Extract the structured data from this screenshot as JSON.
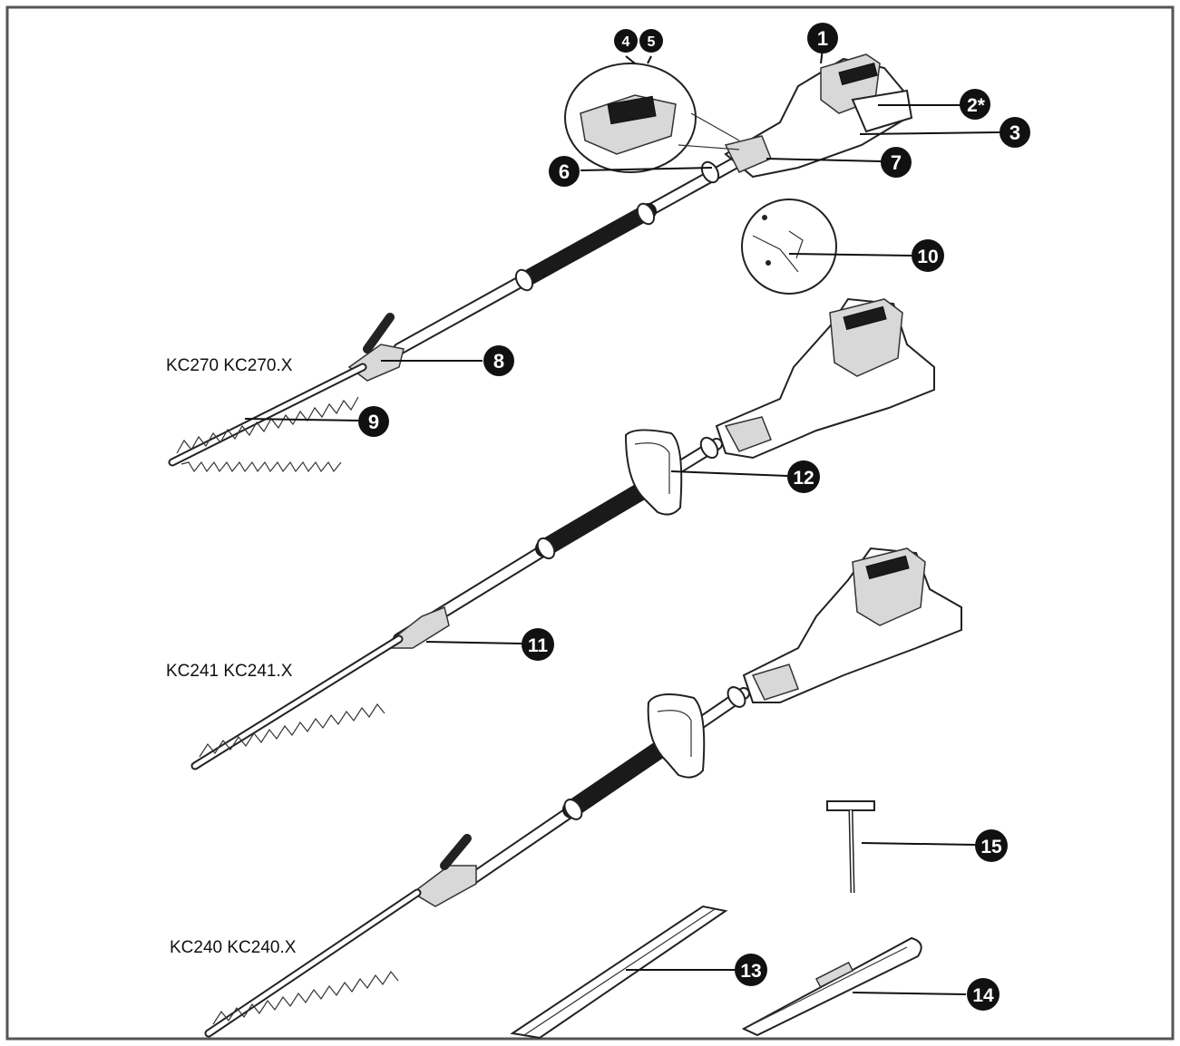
{
  "models": {
    "kc270": "KC270 KC270.X",
    "kc241": "KC241 KC241.X",
    "kc240": "KC240 KC240.X"
  },
  "callouts": {
    "c1": "1",
    "c2": "2*",
    "c3": "3",
    "c4": "4",
    "c5": "5",
    "c6": "6",
    "c7": "7",
    "c8": "8",
    "c9": "9",
    "c10": "10",
    "c11": "11",
    "c12": "12",
    "c13": "13",
    "c14": "14",
    "c15": "15"
  },
  "colors": {
    "ink": "#111111",
    "frame": "#555555",
    "callout_fill": "#111111"
  }
}
